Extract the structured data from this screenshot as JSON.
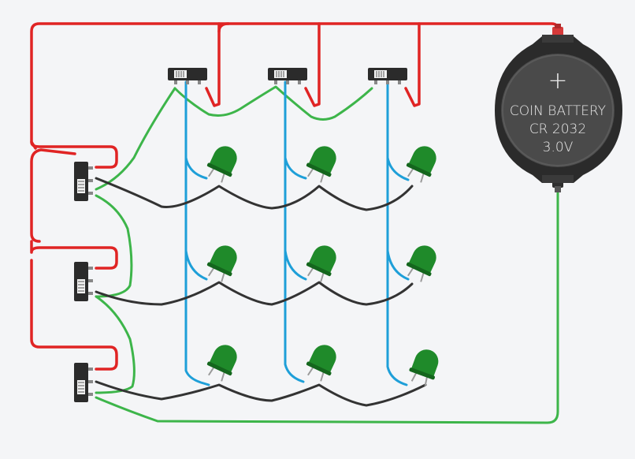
{
  "battery": {
    "label": "COIN BATTERY",
    "model": "CR 2032",
    "voltage": "3.0V",
    "plus_symbol": "+"
  },
  "colors": {
    "background": "#f4f5f7",
    "power_wire": "#e02424",
    "anode_wire": "#1e9fd8",
    "cathode_wire": "#333333",
    "ground_wire": "#3db54a",
    "led": "#1f8a2a",
    "led_dark": "#14661d",
    "switch_body": "#2b2b2b",
    "battery_body": "#4a4a4a"
  },
  "grid": {
    "rows": 3,
    "columns": 3
  },
  "icons": {
    "battery": "coin-cell-battery-icon",
    "led": "led-icon",
    "switch": "slide-switch-icon"
  }
}
